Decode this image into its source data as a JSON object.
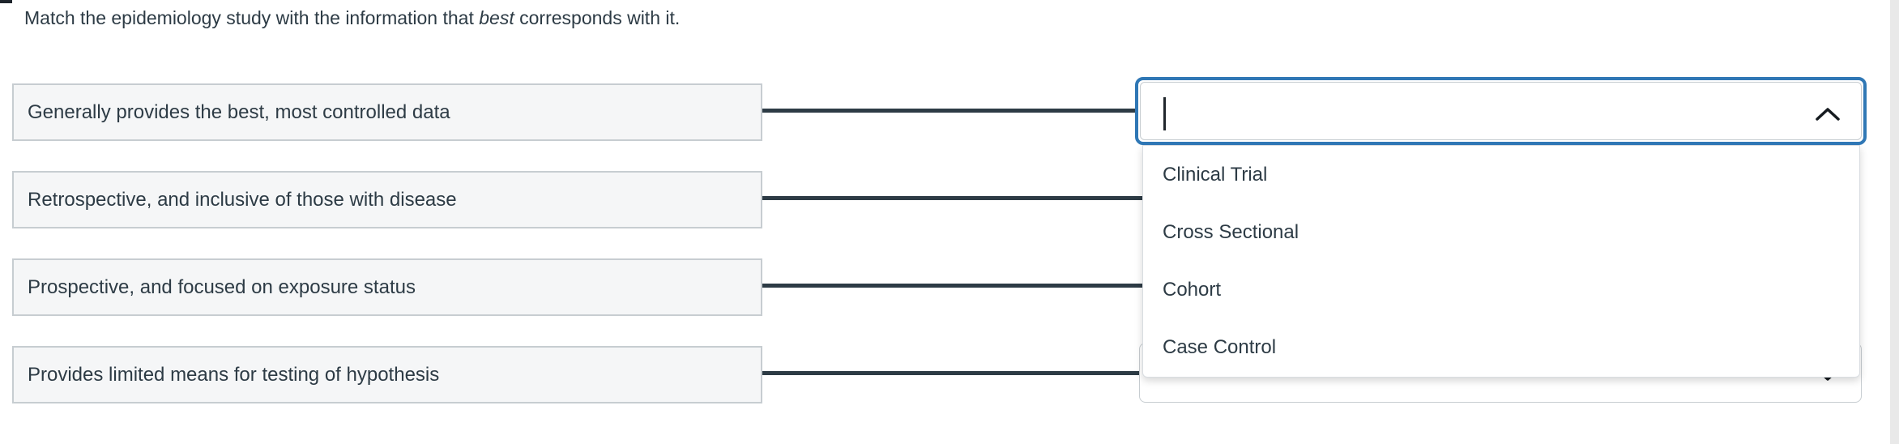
{
  "question": {
    "prompt_pre": "Match the epidemiology study with the information that ",
    "prompt_emphasis": "best",
    "prompt_post": " corresponds with it."
  },
  "match_items": [
    "Generally provides the best, most controlled data",
    "Retrospective, and inclusive of those with disease",
    "Prospective, and focused on exposure status",
    "Provides limited means for testing of hypothesis"
  ],
  "dropdown": {
    "value": "",
    "state": "open",
    "options": [
      "Clinical Trial",
      "Cross Sectional",
      "Cohort",
      "Case Control"
    ]
  },
  "icons": {
    "open_combobox": "chevron-up-icon",
    "closed_combobox": "chevron-down-icon"
  },
  "colors": {
    "accent": "#2F77B5",
    "text": "#2D3B45",
    "box_bg": "#F5F6F7",
    "box_border": "#C7CDD1",
    "connector": "#2D3B45",
    "scroll_track": "#E9E9E9"
  }
}
